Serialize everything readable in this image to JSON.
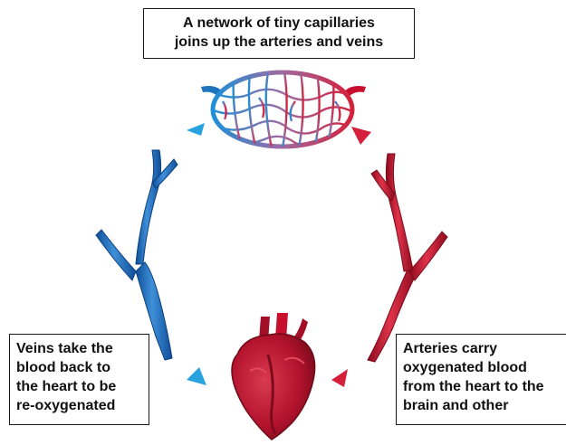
{
  "captions": {
    "capillaries": [
      "A network of tiny capillaries",
      "joins up the arteries and veins"
    ],
    "veins": [
      "Veins take the",
      "blood back to",
      "the heart to be",
      "re-oxygenated"
    ],
    "arteries": [
      "Arteries carry",
      "oxygenated blood",
      "from the heart to the",
      "brain and other"
    ]
  },
  "colors": {
    "artery_red": "#c8102e",
    "vein_blue": "#1e73be",
    "arrow_blue": "#29a3df",
    "heart_red": "#b3122d"
  }
}
